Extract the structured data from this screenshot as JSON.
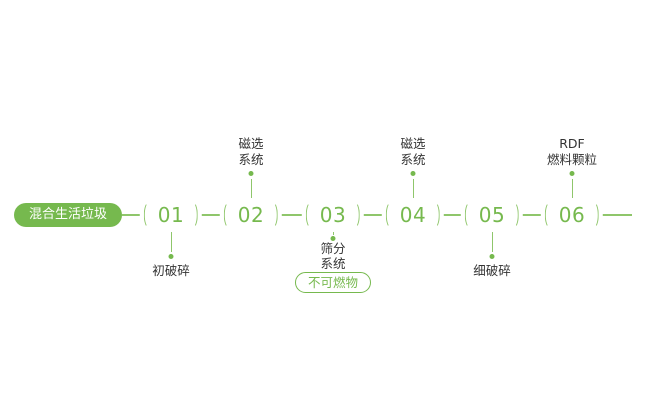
{
  "diagram": {
    "title": "waste-processing-flow",
    "start_label": "混合生活垃圾"
  },
  "colors": {
    "accent": "#76b94e",
    "line": "#8fc66b",
    "text": "#333333",
    "background": "#ffffff"
  },
  "stations": [
    {
      "number": "01",
      "label_lines": [
        "初破碎"
      ],
      "label_position": "below"
    },
    {
      "number": "02",
      "label_lines": [
        "磁选",
        "系统"
      ],
      "label_position": "above"
    },
    {
      "number": "03",
      "label_lines": [
        "筛分",
        "系统"
      ],
      "label_position": "below",
      "badge": "不可燃物"
    },
    {
      "number": "04",
      "label_lines": [
        "磁选",
        "系统"
      ],
      "label_position": "above"
    },
    {
      "number": "05",
      "label_lines": [
        "细破碎"
      ],
      "label_position": "below"
    },
    {
      "number": "06",
      "label_lines": [
        "RDF",
        "燃料颗粒"
      ],
      "label_position": "above"
    }
  ]
}
